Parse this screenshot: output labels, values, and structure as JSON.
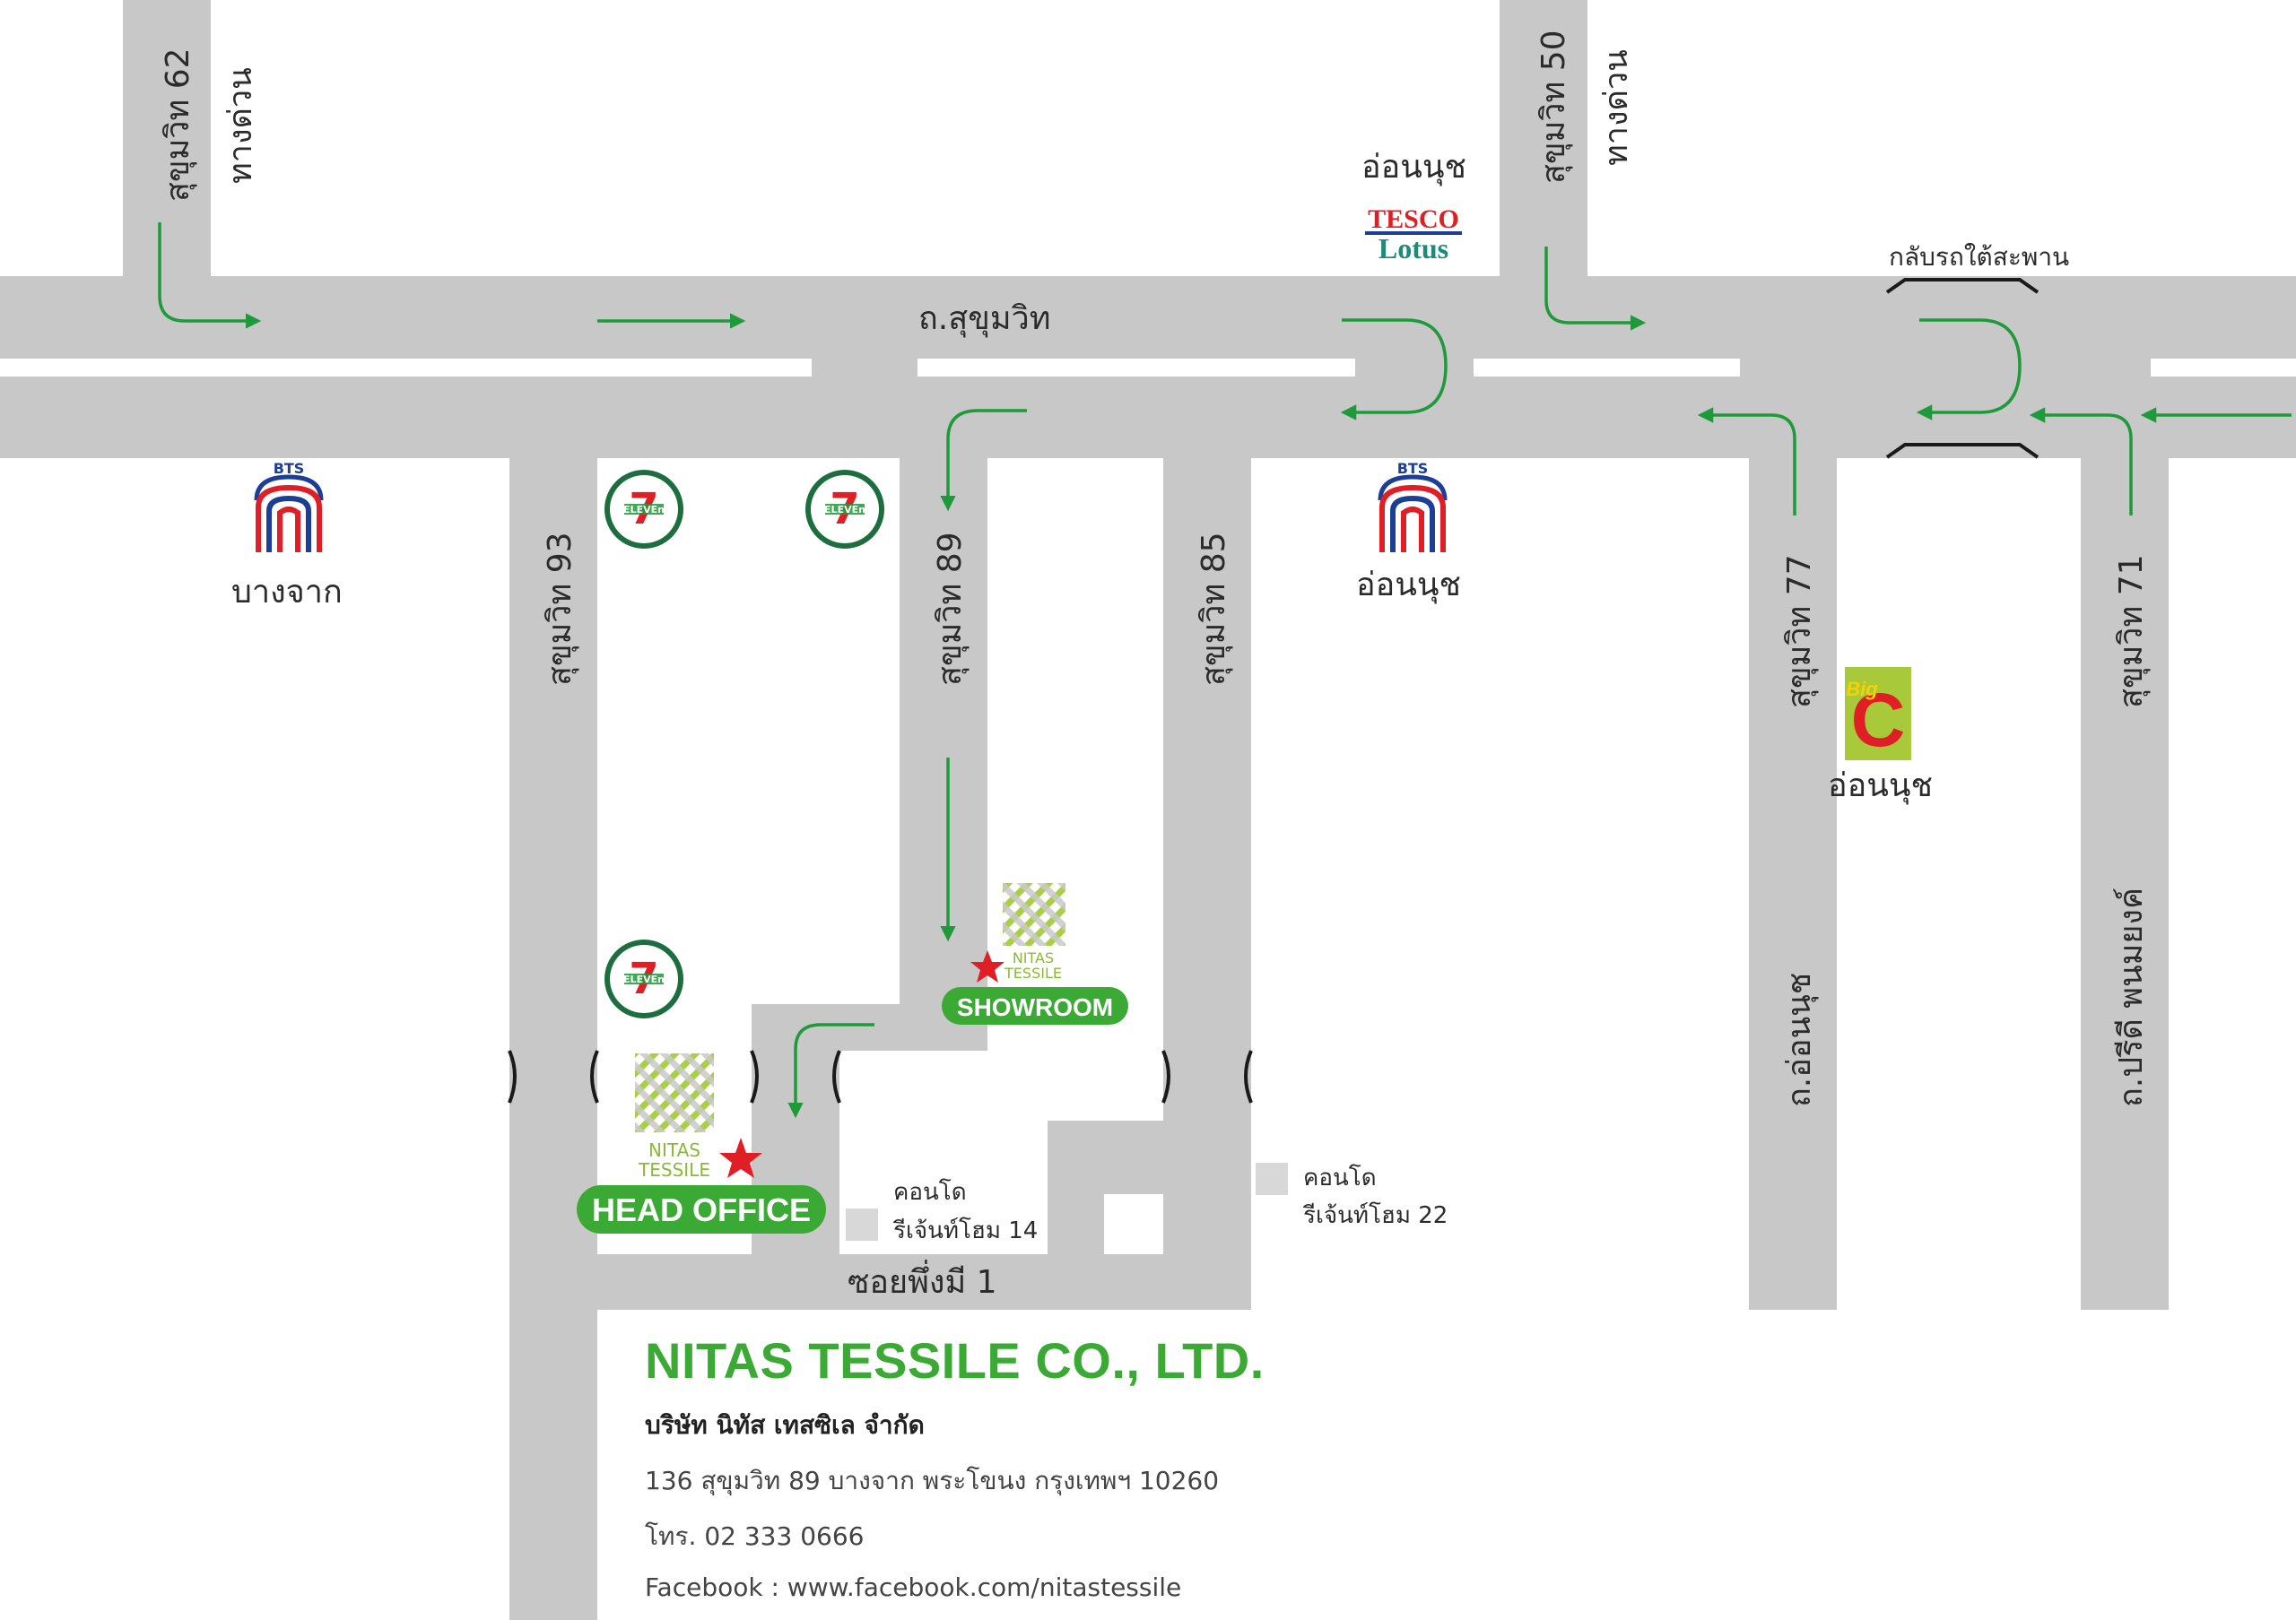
{
  "roads": {
    "main": "ถ.สุขุมวิท",
    "soi_62": "สุขุมวิท 62",
    "tollway_left": "ทางด่วน",
    "soi_50": "สุขุมวิท 50",
    "tollway_right": "ทางด่วน",
    "soi_93": "สุขุมวิท 93",
    "soi_89": "สุขุมวิท 89",
    "soi_85": "สุขุมวิท 85",
    "soi_77": "สุขุมวิท 77",
    "on_nut_road": "ถ.อ่อนนุช",
    "soi_71": "สุขุมวิท 71",
    "pridi_road": "ถ.ปรีดี พนมยงค์",
    "phueng_mi": "ซอยพึ่งมี 1",
    "u_turn_under_bridge": "กลับรถใต้สะพาน"
  },
  "landmarks": {
    "bts_logo_text": "BTS",
    "bts_bang_chak": "บางจาก",
    "bts_on_nut": "อ่อนนุช",
    "tesco_area": "อ่อนนุช",
    "tesco_line1": "TESCO",
    "tesco_line2": "Lotus",
    "bigc_area": "อ่อนนุช",
    "bigc_small": "Big",
    "bigc_big": "C",
    "seven_eleven_digit": "7",
    "seven_eleven_word": "ELEVEn",
    "condo_14_line1": "คอนโด",
    "condo_14_line2": "รีเจ้นท์โฮม 14",
    "condo_22_line1": "คอนโด",
    "condo_22_line2": "รีเจ้นท์โฮม 22"
  },
  "locations": {
    "head_office": "HEAD OFFICE",
    "showroom": "SHOWROOM",
    "logo_line1": "NITAS",
    "logo_line2": "TESSILE"
  },
  "company": {
    "name_en": "NITAS TESSILE CO., LTD.",
    "name_th": "บริษัท นิทัส เทสซิเล จำกัด",
    "address": "136 สุขุมวิท 89 บางจาก พระโขนง กรุงเทพฯ 10260",
    "phone": "โทร. 02 333 0666",
    "facebook": "Facebook : www.facebook.com/nitastessile"
  },
  "colors": {
    "road": "#c8c8c8",
    "arrow": "#1f9a3a",
    "brand_green": "#3aaa35",
    "marker_red": "#e01e26"
  }
}
